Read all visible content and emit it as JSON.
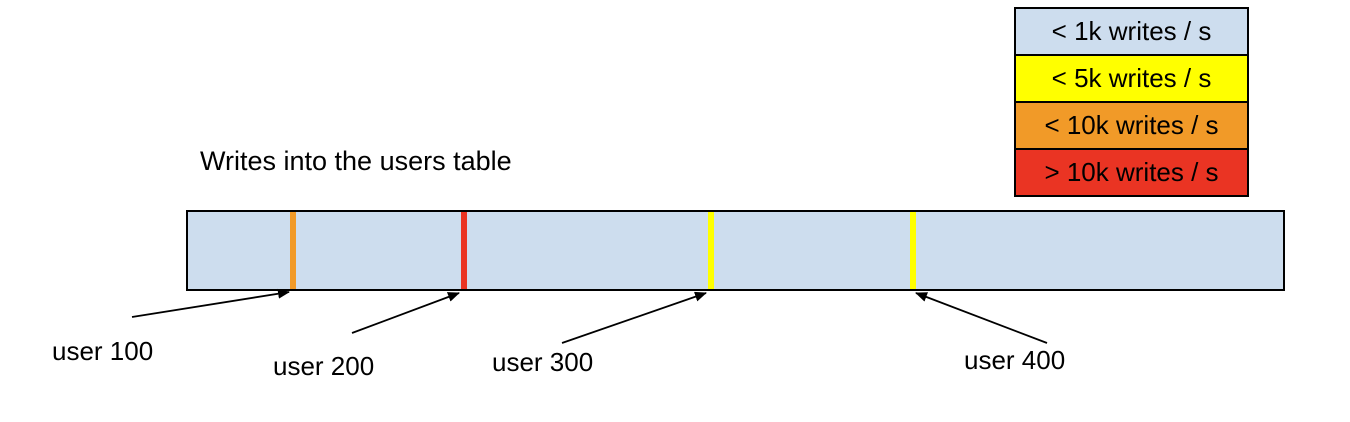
{
  "title": "Writes into the users table",
  "legend": {
    "items": [
      {
        "label": "< 1k writes / s",
        "color": "#cdddee"
      },
      {
        "label": "< 5k writes / s",
        "color": "#ffff00"
      },
      {
        "label": "< 10k writes / s",
        "color": "#f19a28"
      },
      {
        "label": "> 10k writes / s",
        "color": "#ea3423"
      }
    ]
  },
  "bar": {
    "fill": "#cdddee",
    "ticks": [
      {
        "user": "user 100",
        "rate_band": "< 10k writes / s",
        "color": "#f19a28"
      },
      {
        "user": "user 200",
        "rate_band": "> 10k writes / s",
        "color": "#ea3423"
      },
      {
        "user": "user 300",
        "rate_band": "< 5k writes / s",
        "color": "#ffff00"
      },
      {
        "user": "user 400",
        "rate_band": "< 5k writes / s",
        "color": "#ffff00"
      }
    ]
  },
  "labels": [
    {
      "text": "user 100"
    },
    {
      "text": "user 200"
    },
    {
      "text": "user 300"
    },
    {
      "text": "user 400"
    }
  ]
}
